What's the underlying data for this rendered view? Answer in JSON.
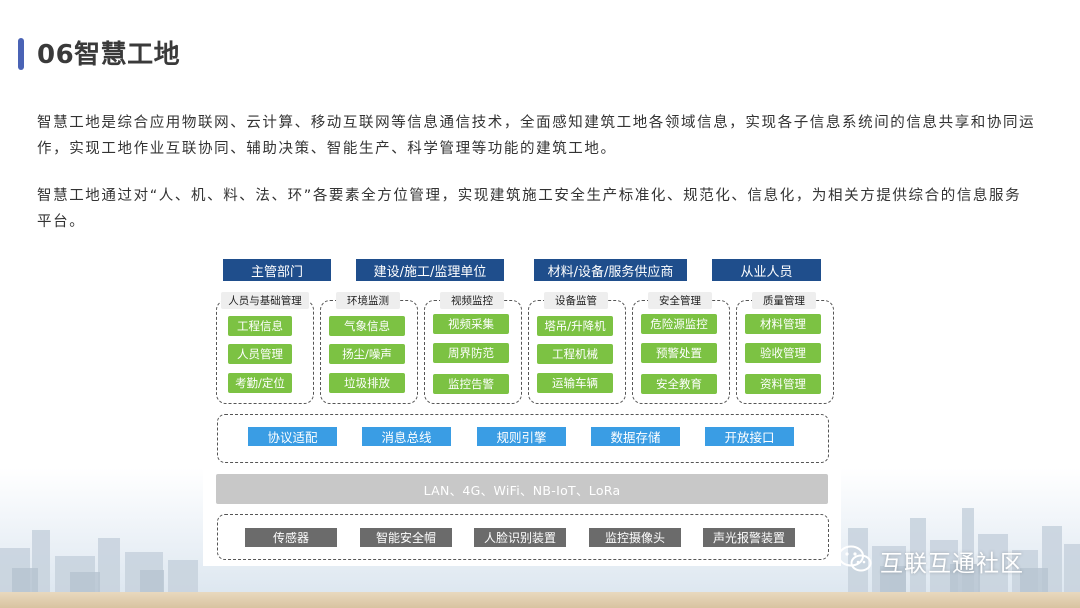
{
  "page": {
    "title": "06智慧工地",
    "accent_color": "#4a63b5"
  },
  "paragraphs": [
    "智慧工地是综合应用物联网、云计算、移动互联网等信息通信技术，全面感知建筑工地各领域信息，实现各子信息系统间的信息共享和协同运作，实现工地作业互联协同、辅助决策、智能生产、科学管理等功能的建筑工地。",
    "智慧工地通过对“人、机、料、法、环”各要素全方位管理，实现建筑施工安全生产标准化、规范化、信息化，为相关方提供综合的信息服务平台。"
  ],
  "diagram": {
    "top_tags": [
      "主管部门",
      "建设/施工/监理单位",
      "材料/设备/服务供应商",
      "从业人员"
    ],
    "groups": [
      {
        "title": "人员与基础管理",
        "items": [
          "工程信息",
          "人员管理",
          "考勤/定位"
        ]
      },
      {
        "title": "环境监测",
        "items": [
          "气象信息",
          "扬尘/噪声",
          "垃圾排放"
        ]
      },
      {
        "title": "视频监控",
        "items": [
          "视频采集",
          "周界防范",
          "监控告警"
        ]
      },
      {
        "title": "设备监管",
        "items": [
          "塔吊/升降机",
          "工程机械",
          "运输车辆"
        ]
      },
      {
        "title": "安全管理",
        "items": [
          "危险源监控",
          "预警处置",
          "安全教育"
        ]
      },
      {
        "title": "质量管理",
        "items": [
          "材料管理",
          "验收管理",
          "资料管理"
        ]
      }
    ],
    "platform_items": [
      "协议适配",
      "消息总线",
      "规则引擎",
      "数据存储",
      "开放接口"
    ],
    "network": "LAN、4G、WiFi、NB-IoT、LoRa",
    "devices": [
      "传感器",
      "智能安全帽",
      "人脸识别装置",
      "监控摄像头",
      "声光报警装置"
    ],
    "colors": {
      "top_tag": "#1f4e8c",
      "app_item": "#7cc243",
      "platform_item": "#3a9de4",
      "network_bar": "#c8c8c8",
      "device_item": "#6b6b6b"
    }
  },
  "watermark": {
    "text": "互联互通社区",
    "icon": "wechat-icon"
  }
}
